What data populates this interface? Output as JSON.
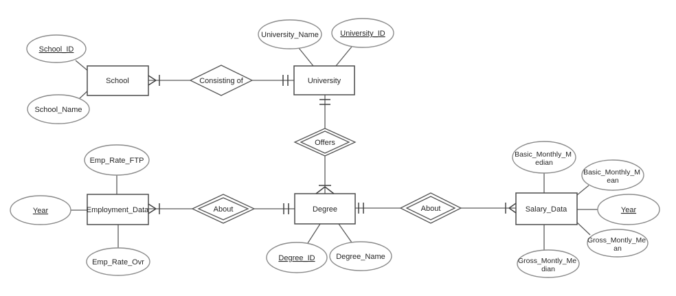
{
  "colors": {
    "background": "#ffffff",
    "entity_stroke": "#4a4a4a",
    "relationship_stroke": "#555555",
    "attribute_stroke": "#8a8a8a",
    "connector": "#5a5a5a",
    "text": "#242424"
  },
  "diagram": {
    "notation": "crow-foot",
    "entities": [
      {
        "label": "School"
      },
      {
        "label": "University"
      },
      {
        "label": "Employment_Data"
      },
      {
        "label": "Degree"
      },
      {
        "label": "Salary_Data"
      }
    ],
    "relationships": [
      {
        "label": "Consisting of",
        "border": "single",
        "from": "School",
        "to": "University",
        "from_cardinality": "many-one",
        "to_cardinality": "one-and-only-one"
      },
      {
        "label": "Offers",
        "border": "double",
        "from": "University",
        "to": "Degree",
        "from_cardinality": "one-and-only-one",
        "to_cardinality": "one-many"
      },
      {
        "label": "About",
        "border": "double",
        "from": "Employment_Data",
        "to": "Degree",
        "from_cardinality": "many-one",
        "to_cardinality": "one-and-only-one"
      },
      {
        "label": "About",
        "border": "double",
        "from": "Degree",
        "to": "Salary_Data",
        "from_cardinality": "one-and-only-one",
        "to_cardinality": "one-many"
      }
    ],
    "attributes": [
      {
        "label": "School_ID",
        "entity": "School",
        "underlined": true
      },
      {
        "label": "School_Name",
        "entity": "School",
        "underlined": false
      },
      {
        "label": "University_Name",
        "entity": "University",
        "underlined": false
      },
      {
        "label": "University_ID",
        "entity": "University",
        "underlined": true
      },
      {
        "label": "Emp_Rate_FTP",
        "entity": "Employment_Data",
        "underlined": false
      },
      {
        "label": "Year",
        "entity": "Employment_Data",
        "underlined": true
      },
      {
        "label": "Emp_Rate_Ovr",
        "entity": "Employment_Data",
        "underlined": false
      },
      {
        "label": "Degree_ID",
        "entity": "Degree",
        "underlined": true
      },
      {
        "label": "Degree_Name",
        "entity": "Degree",
        "underlined": false
      },
      {
        "label": "Basic_Monthly_Median",
        "entity": "Salary_Data",
        "underlined": false,
        "lines": [
          "Basic_Monthly_M",
          "edian"
        ]
      },
      {
        "label": "Basic_Monthly_Mean",
        "entity": "Salary_Data",
        "underlined": false,
        "lines": [
          "Basic_Monthly_M",
          "ean"
        ]
      },
      {
        "label": "Year",
        "entity": "Salary_Data",
        "underlined": true
      },
      {
        "label": "Gross_Montly_Mean",
        "entity": "Salary_Data",
        "underlined": false,
        "lines": [
          "Gross_Montly_Me",
          "an"
        ]
      },
      {
        "label": "Gross_Montly_Median",
        "entity": "Salary_Data",
        "underlined": false,
        "lines": [
          "Gross_Montly_Me",
          "dian"
        ]
      }
    ]
  }
}
